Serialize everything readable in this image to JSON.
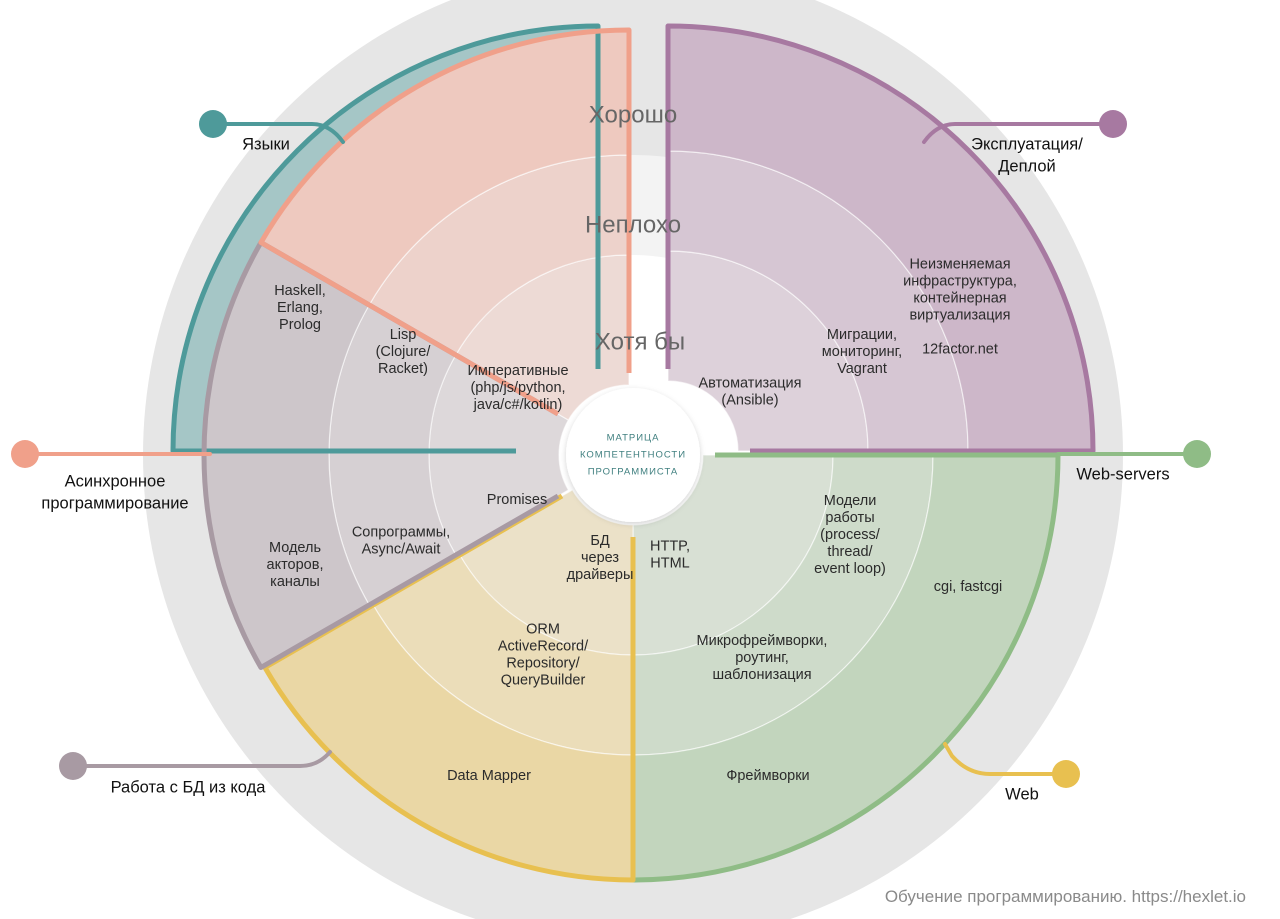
{
  "levels": [
    {
      "id": "l1",
      "label": "Хотя бы"
    },
    {
      "id": "l2",
      "label": "Неплохо"
    },
    {
      "id": "l3",
      "label": "Хорошо"
    }
  ],
  "center": {
    "lines": [
      "МАТРИЦА",
      "КОМПЕТЕНТНОСТИ",
      "ПРОГРАММИСТА"
    ]
  },
  "sectors": [
    {
      "id": "languages",
      "color": "#4e9a9a",
      "label": [
        "Языки"
      ],
      "cells": [
        [
          "Императивные",
          "(php/js/python,",
          "java/c#/kotlin)"
        ],
        [
          "Lisp",
          "(Clojure/",
          "Racket)"
        ],
        [
          "Haskell,",
          "Erlang,",
          "Prolog"
        ]
      ]
    },
    {
      "id": "ops",
      "color": "#a779a1",
      "label": [
        "Эксплуатация/",
        "Деплой"
      ],
      "cells": [
        [
          "Автоматизация",
          "(Ansible)"
        ],
        [
          "Миграции,",
          "мониторинг,",
          "Vagrant"
        ],
        [
          "Неизменяемая",
          "инфраструктура,",
          "контейнерная",
          "виртуализация",
          "",
          "12factor.net"
        ]
      ]
    },
    {
      "id": "web-servers",
      "color": "#8fbc86",
      "label": [
        "Web-servers"
      ],
      "cells": [
        [],
        [
          "Модели",
          "работы",
          "(process/",
          "thread/",
          "event loop)"
        ],
        [
          "cgi, fastcgi"
        ]
      ]
    },
    {
      "id": "web",
      "color": "#e8c050",
      "label": [
        "Web"
      ],
      "cells": [
        [
          "HTTP,",
          "HTML"
        ],
        [
          "Микрофреймворки,",
          "роутинг,",
          "шаблонизация"
        ],
        [
          "Фреймворки"
        ]
      ]
    },
    {
      "id": "db",
      "color": "#a89aa3",
      "label": [
        "Работа с БД из кода"
      ],
      "cells": [
        [
          "БД",
          "через",
          "драйверы"
        ],
        [
          "ORM",
          "ActiveRecord/",
          "Repository/",
          "QueryBuilder"
        ],
        [
          "Data Mapper"
        ]
      ]
    },
    {
      "id": "async",
      "color": "#f0a08a",
      "label": [
        "Асинхронное",
        "программирование"
      ],
      "cells": [
        [
          "Promises"
        ],
        [
          "Сопрограммы,",
          "Async/Await"
        ],
        [
          "Модель",
          "акторов,",
          "каналы"
        ]
      ]
    }
  ],
  "footer": "Обучение программированию. https://hexlet.io"
}
